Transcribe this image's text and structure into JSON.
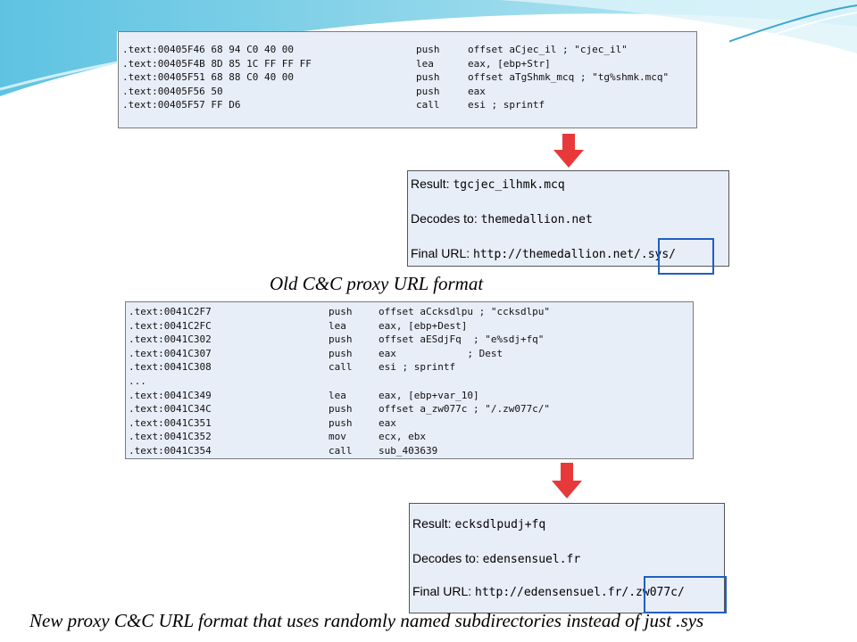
{
  "colors": {
    "code_bg": "#e8eef8",
    "highlight_border": "#1f5fbf",
    "arrow": "#e8393a"
  },
  "old_code": [
    {
      "addr": ".text:00405F46 68 94 C0 40 00",
      "op": "push",
      "arg": "offset aCjec_il ; \"cjec_il\""
    },
    {
      "addr": ".text:00405F4B 8D 85 1C FF FF FF",
      "op": "lea",
      "arg": "eax, [ebp+Str]"
    },
    {
      "addr": ".text:00405F51 68 88 C0 40 00",
      "op": "push",
      "arg": "offset aTgShmk_mcq ; \"tg%shmk.mcq\""
    },
    {
      "addr": ".text:00405F56 50",
      "op": "push",
      "arg": "eax"
    },
    {
      "addr": ".text:00405F57 FF D6",
      "op": "call",
      "arg": "esi ; sprintf"
    }
  ],
  "old_result": {
    "result_label": "Result:",
    "result_value": "tgcjec_ilhmk.mcq",
    "decodes_label": "Decodes to:",
    "decodes_value": "themedallion.net",
    "final_label": "Final URL:",
    "final_value": "http://themedallion.net/.sys/"
  },
  "old_caption": "Old C&C proxy URL format",
  "new_code": [
    {
      "addr": ".text:0041C2F7",
      "op": "push",
      "arg": "offset aCcksdlpu ; \"ccksdlpu\""
    },
    {
      "addr": ".text:0041C2FC",
      "op": "lea",
      "arg": "eax, [ebp+Dest]"
    },
    {
      "addr": ".text:0041C302",
      "op": "push",
      "arg": "offset aESdjFq  ; \"e%sdj+fq\""
    },
    {
      "addr": ".text:0041C307",
      "op": "push",
      "arg": "eax            ; Dest"
    },
    {
      "addr": ".text:0041C308",
      "op": "call",
      "arg": "esi ; sprintf"
    },
    {
      "addr": "...",
      "op": "",
      "arg": ""
    },
    {
      "addr": ".text:0041C349",
      "op": "lea",
      "arg": "eax, [ebp+var_10]"
    },
    {
      "addr": ".text:0041C34C",
      "op": "push",
      "arg": "offset a_zw077c ; \"/.zw077c/\""
    },
    {
      "addr": ".text:0041C351",
      "op": "push",
      "arg": "eax"
    },
    {
      "addr": ".text:0041C352",
      "op": "mov",
      "arg": "ecx, ebx"
    },
    {
      "addr": ".text:0041C354",
      "op": "call",
      "arg": "sub_403639"
    }
  ],
  "new_result": {
    "result_label": "Result:",
    "result_value": "ecksdlpudj+fq",
    "decodes_label": "Decodes to:",
    "decodes_value": "edensensuel.fr",
    "final_label": "Final URL:",
    "final_value": "http://edensensuel.fr/.zw077c/"
  },
  "new_caption": "New proxy C&C URL format that uses randomly named subdirectories instead of just .sys"
}
